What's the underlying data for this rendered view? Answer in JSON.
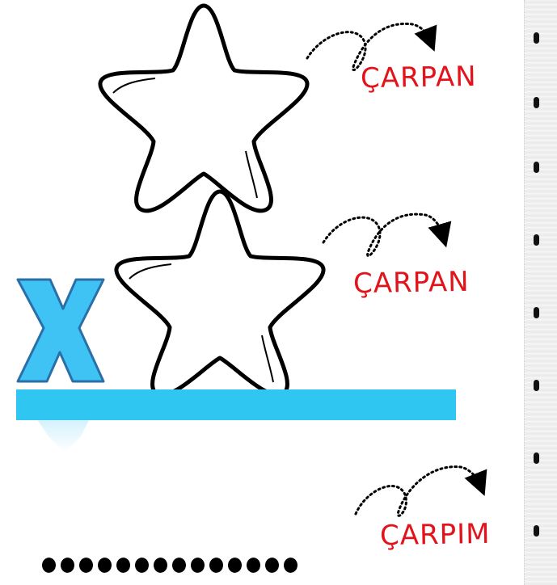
{
  "labels": {
    "factor_1": "ÇARPAN",
    "factor_2": "ÇARPAN",
    "product": "ÇARPIM"
  },
  "operator": {
    "symbol": "X",
    "color": "#3fc3f4"
  },
  "answer_placeholder": "",
  "colors": {
    "label": "#e3131b",
    "bar": "#2fc6f2",
    "star_outline": "#000000"
  },
  "icons": [
    "star-icon",
    "dotted-arrow-icon",
    "multiplication-sign-icon"
  ]
}
